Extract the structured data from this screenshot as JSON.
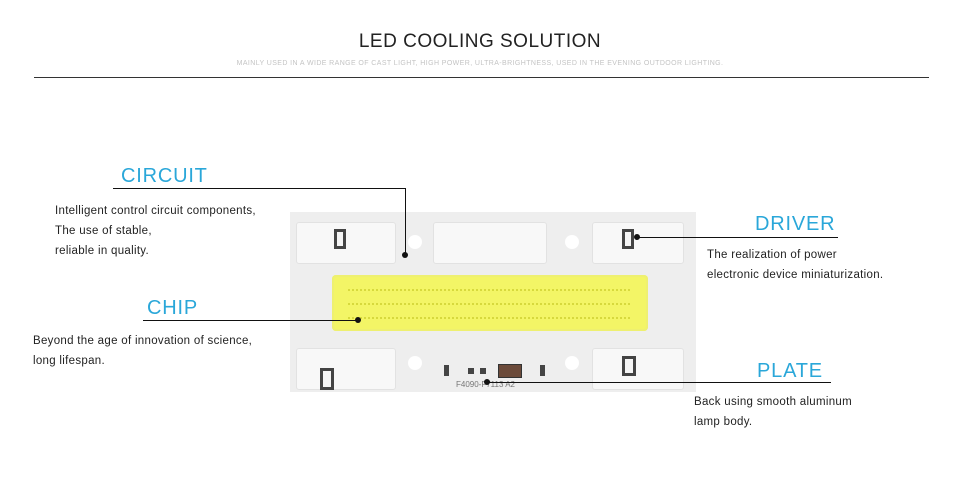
{
  "header": {
    "title": "LED COOLING SOLUTION",
    "subtitle": "MAINLY USED IN A WIDE RANGE OF CAST LIGHT, HIGH POWER, ULTRA-BRIGHTNESS, USED IN THE EVENING OUTDOOR LIGHTING."
  },
  "circuit": {
    "title": "CIRCUIT",
    "lines": [
      "Intelligent control circuit components,",
      "The use of stable,",
      "reliable in quality."
    ]
  },
  "chip": {
    "title": "CHIP",
    "lines": [
      "Beyond the age of innovation of science,",
      "long lifespan."
    ]
  },
  "driver": {
    "title": "DRIVER",
    "lines": [
      "The realization of power",
      "electronic device miniaturization."
    ]
  },
  "plate": {
    "title": "PLATE",
    "lines": [
      "Back using smooth aluminum",
      "lamp body."
    ]
  },
  "board": {
    "marking": "F4090-F7113 A2"
  },
  "colors": {
    "accent": "#2aa7d9",
    "chip": "#f3f566"
  }
}
